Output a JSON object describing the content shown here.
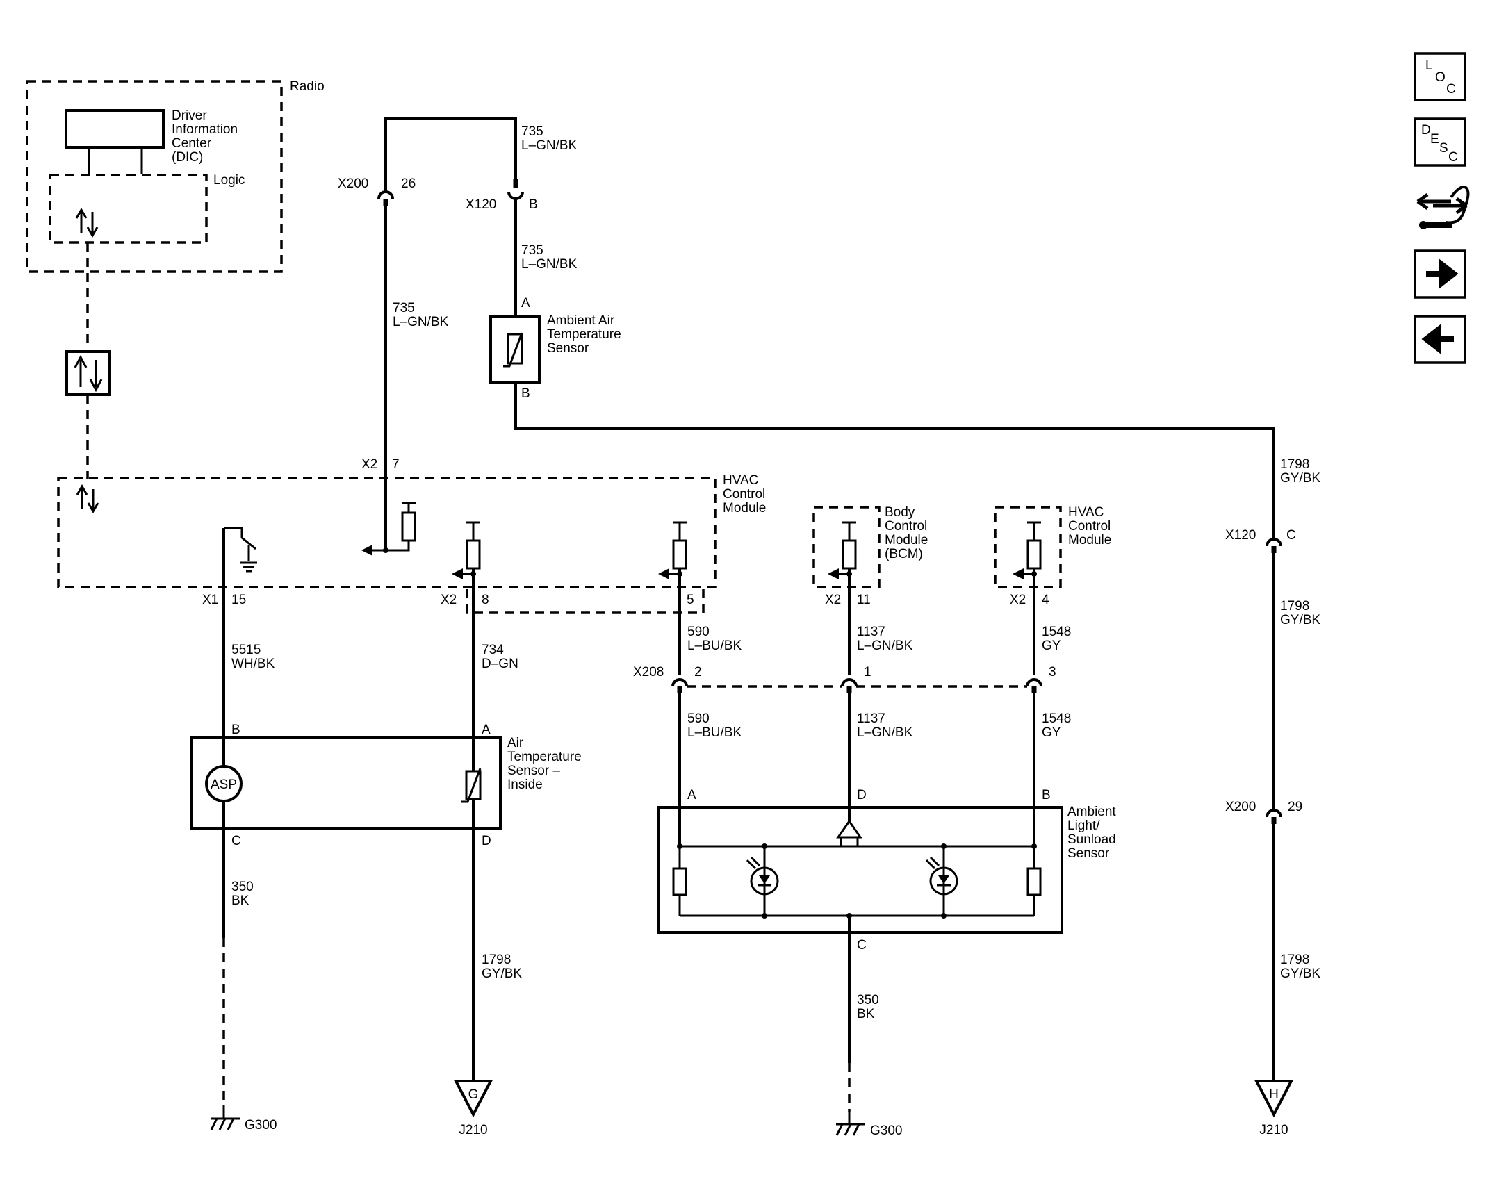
{
  "modules": {
    "radio": "Radio",
    "dic": [
      "Driver",
      "Information",
      "Center",
      "(DIC)"
    ],
    "logic": "Logic",
    "hvac_main": [
      "HVAC",
      "Control",
      "Module"
    ],
    "bcm": [
      "Body",
      "Control",
      "Module",
      "(BCM)"
    ],
    "hvac_small": [
      "HVAC",
      "Control",
      "Module"
    ]
  },
  "components": {
    "ambient_air_sensor": [
      "Ambient Air",
      "Temperature",
      "Sensor"
    ],
    "inside_sensor": [
      "Air",
      "Temperature",
      "Sensor –",
      "Inside"
    ],
    "sunload_sensor": [
      "Ambient",
      "Light/",
      "Sunload",
      "Sensor"
    ],
    "asp": "ASP"
  },
  "connectors": {
    "x200": "X200",
    "x200_26": "26",
    "x200_29": "29",
    "x120": "X120",
    "x120_b": "B",
    "x120_c": "C",
    "x2": "X2",
    "x1": "X1",
    "x208": "X208",
    "p7": "7",
    "p15": "15",
    "p8": "8",
    "p5": "5",
    "p11": "11",
    "p4": "4",
    "p2": "2",
    "p1": "1",
    "p3": "3",
    "pinA": "A",
    "pinB": "B",
    "pinC": "C",
    "pinD": "D"
  },
  "wires": {
    "w735": [
      "735",
      "L–GN/BK"
    ],
    "w1798": [
      "1798",
      "GY/BK"
    ],
    "w5515": [
      "5515",
      "WH/BK"
    ],
    "w734": [
      "734",
      "D–GN"
    ],
    "w590": [
      "590",
      "L–BU/BK"
    ],
    "w1137": [
      "1137",
      "L–GN/BK"
    ],
    "w1548": [
      "1548",
      "GY"
    ],
    "w350": [
      "350",
      "BK"
    ]
  },
  "grounds": {
    "g300": "G300"
  },
  "splices": {
    "j210": "J210",
    "g": "G",
    "h": "H"
  },
  "nav": {
    "loc": [
      "L",
      "O",
      "C"
    ],
    "desc": [
      "D",
      "E",
      "S",
      "C"
    ],
    "icons": [
      "loc-icon",
      "desc-icon",
      "harness-icon",
      "next-arrow-icon",
      "back-arrow-icon"
    ]
  }
}
